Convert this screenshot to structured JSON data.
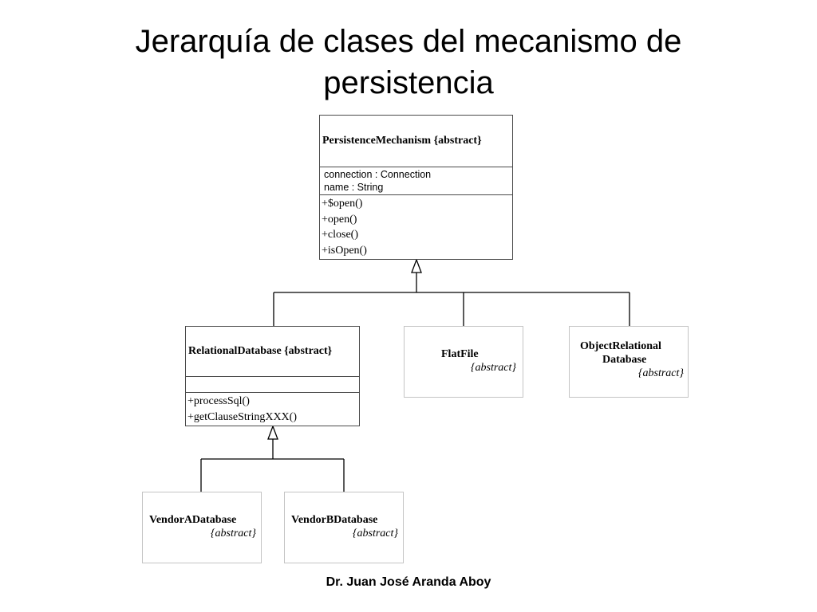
{
  "slide": {
    "title_line1": "Jerarquía de clases del mecanismo de",
    "title_line2": "persistencia",
    "footer": "Dr. Juan José Aranda Aboy"
  },
  "diagram": {
    "persistence_mechanism": {
      "name": "PersistenceMechanism {abstract}",
      "attributes": [
        "connection : Connection",
        "name : String"
      ],
      "operations": [
        "+$open()",
        "+open()",
        "+close()",
        "+isOpen()"
      ]
    },
    "relational_database": {
      "name": "RelationalDatabase {abstract}",
      "operations": [
        "+processSql()",
        "+getClauseStringXXX()"
      ]
    },
    "flat_file": {
      "name": "FlatFile",
      "stereotype": "{abstract}"
    },
    "object_relational_database": {
      "name_line1": "ObjectRelational",
      "name_line2": "Database",
      "stereotype": "{abstract}"
    },
    "vendor_a_database": {
      "name": "VendorADatabase",
      "stereotype": "{abstract}"
    },
    "vendor_b_database": {
      "name": "VendorBDatabase",
      "stereotype": "{abstract}"
    }
  }
}
